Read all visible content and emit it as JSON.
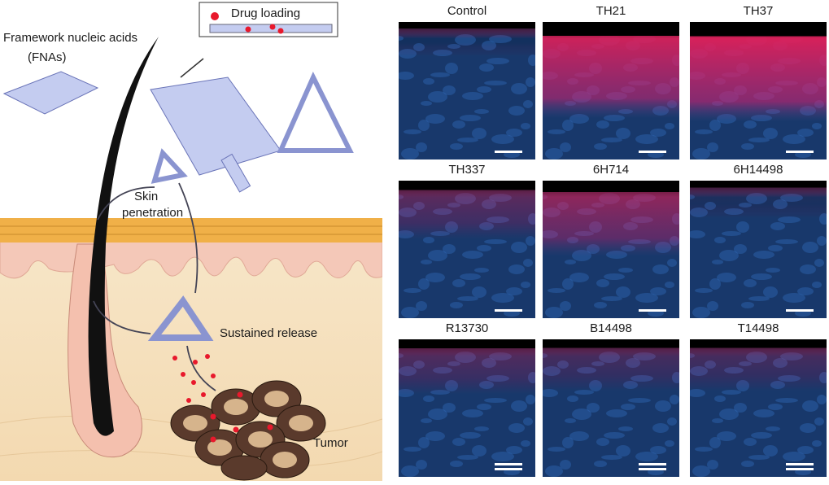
{
  "illustration": {
    "fna_label_line1": "Framework nucleic acids",
    "fna_label_line2": "(FNAs)",
    "drug_loading": "Drug loading",
    "skin_penetration_line1": "Skin",
    "skin_penetration_line2": "penetration",
    "sustained_release": "Sustained release",
    "tumor": "Tumor"
  },
  "panels": [
    {
      "title": "Control",
      "red": 0.0,
      "scalebars": 1
    },
    {
      "title": "TH21",
      "red": 0.9,
      "scalebars": 1
    },
    {
      "title": "TH37",
      "red": 0.95,
      "scalebars": 1
    },
    {
      "title": "TH337",
      "red": 0.35,
      "scalebars": 1
    },
    {
      "title": "6H714",
      "red": 0.6,
      "scalebars": 1
    },
    {
      "title": "6H14498",
      "red": 0.05,
      "scalebars": 1
    },
    {
      "title": "R13730",
      "red": 0.3,
      "scalebars": 2
    },
    {
      "title": "B14498",
      "red": 0.25,
      "scalebars": 2
    },
    {
      "title": "T14498",
      "red": 0.25,
      "scalebars": 2
    }
  ],
  "colors": {
    "nucleus": "#3a7bd5",
    "drug": "#e8192c",
    "fna": "#aab8f0"
  }
}
